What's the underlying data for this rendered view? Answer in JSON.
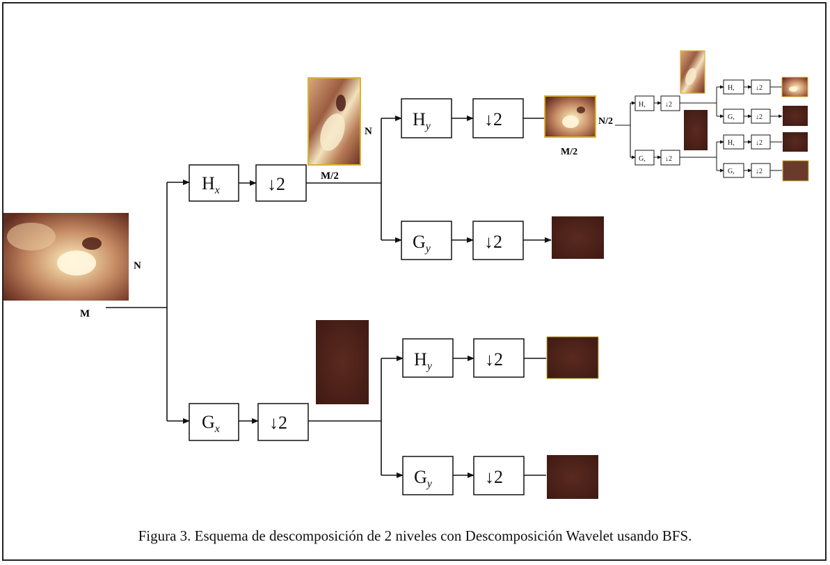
{
  "caption": "Figura 3.  Esquema de descomposición de 2 niveles con Descomposición Wavelet usando BFS.",
  "labels": {
    "input_width": "M",
    "input_height": "N",
    "half_width": "M/2",
    "half_height": "N/2",
    "level1_height": "N",
    "level1_width": "M/2"
  },
  "blocks": {
    "hx": {
      "base": "H",
      "sub": "x"
    },
    "gx": {
      "base": "G",
      "sub": "x"
    },
    "hy": {
      "base": "H",
      "sub": "y"
    },
    "gy": {
      "base": "G",
      "sub": "y"
    },
    "down": "↓2"
  },
  "level2_blocks": {
    "h": "H,",
    "g": "G,",
    "down": "↓2"
  },
  "colors": {
    "line": "#111111",
    "frame": "#222222",
    "dark_subband": "#4a1f17",
    "frame_yellow": "#d9b22f"
  }
}
